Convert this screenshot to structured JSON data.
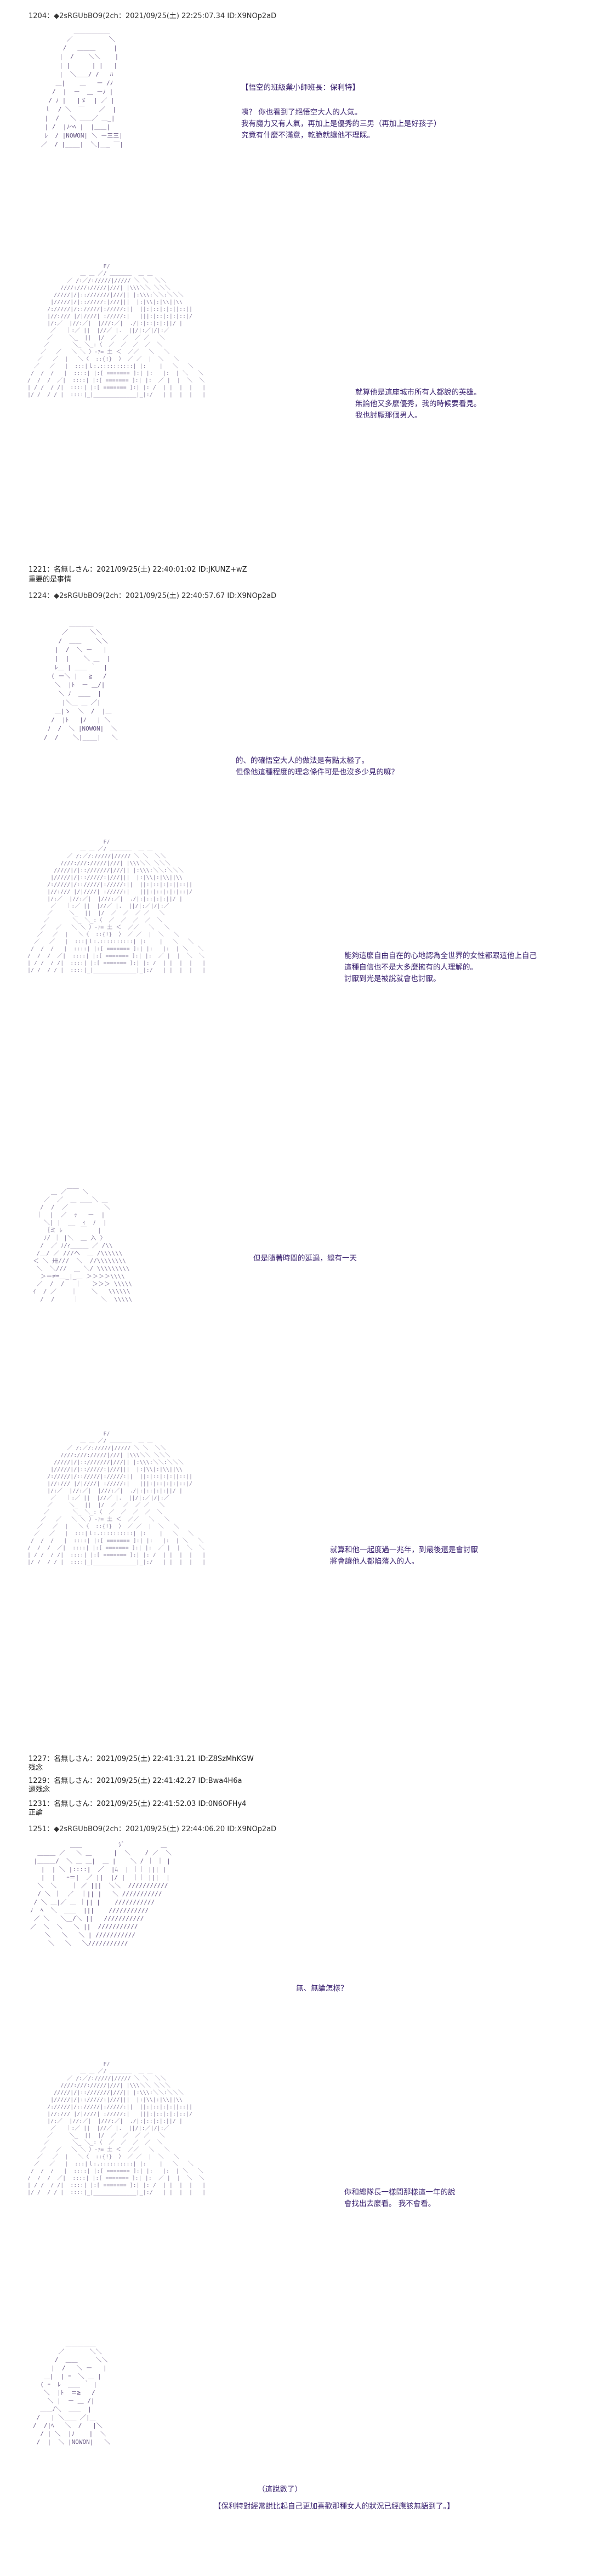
{
  "posts": [
    {
      "header": "1204：◆2sRGUbBO9(2ch：2021/09/25(土) 22:25:07.34 ID:X9NOp2aD"
    },
    {
      "header": "1221：名無しさん：2021/09/25(土) 22:40:01:02 ID:JKUNZ+wZ",
      "body": "重要的是事情"
    },
    {
      "header": "1224：◆2sRGUbBO9(2ch：2021/09/25(土) 22:40:57.67 ID:X9NOp2aD"
    },
    {
      "header": "1227：名無しさん：2021/09/25(土) 22:41:31.21 ID:Z8SzMhKGW",
      "body": "残念"
    },
    {
      "header": "1229：名無しさん：2021/09/25(土) 22:41:42.27 ID:Bwa4H6a",
      "body": "還残念"
    },
    {
      "header": "1231：名無しさん：2021/09/25(土) 22:41:52.03 ID:0N6OFHy4",
      "body": "正論"
    },
    {
      "header": "1251：◆2sRGUbBO9(2ch：2021/09/25(土) 22:44:06.20 ID:X9NOp2aD"
    }
  ],
  "dialogues": {
    "d1": [
      "【悟空的班級業小師班長：保利特】",
      "咦？ 你也看到了絕悟空大人的人氣。",
      "我有魔力又有人氣，再加上是優秀的三男（再加上是好孩子）",
      "究竟有什麼不滿意，乾脆就讓他不理睬。"
    ],
    "d2": [
      "就算他是這座城市所有人都說的英雄。",
      "無論他又多麼優秀，我的時候要看見。",
      "我也討厭那個男人。"
    ],
    "d3": [
      "的、的確悟空大人的做法是有點太極了。",
      "但像他這種程度的理念條件可是也沒多少見的嘛？"
    ],
    "d4": [
      "能夠這麼自由自在的心地認為全世界的女性都跟這他上自己",
      "這種自信也不是大多麼擁有的人理解的。",
      "討厭到光是被說就會也討厭。"
    ],
    "d5": [
      "但是隨著時間的延過，總有一天"
    ],
    "d6": [
      "就算和他一起度過一兆年，到最後還是會討厭",
      "將會讓他人都陷落入的人。"
    ],
    "d7": [
      "無、無論怎樣？"
    ],
    "d8": [
      "你和總隊長一樣問那樣這一年的說",
      "會找出去麼看。 我不會看。"
    ],
    "d9": [
      "（這說數了）",
      "【保利特對經常說比起自己更加喜歡那種女人的狀況已經應該無語到了。】"
    ]
  }
}
